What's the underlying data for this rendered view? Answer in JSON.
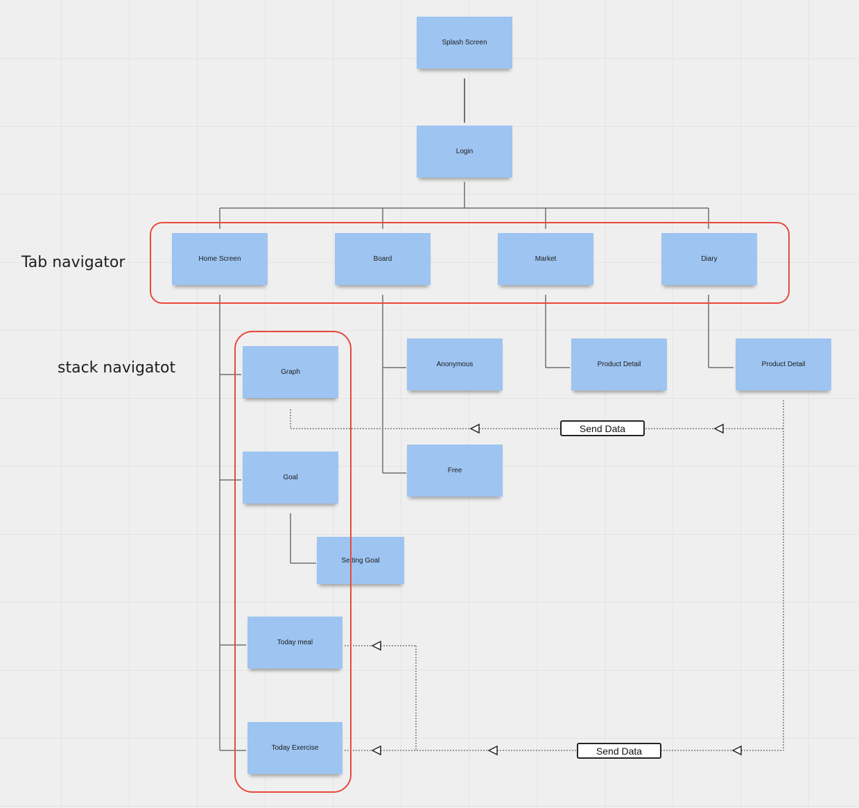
{
  "labels": {
    "tab_navigator": "Tab navigator",
    "stack_navigator": "stack navigatot"
  },
  "notes": {
    "splash": "Splash Screen",
    "login": "Login",
    "home": "Home Screen",
    "board": "Board",
    "market": "Market",
    "diary": "Diary",
    "graph": "Graph",
    "goal": "Goal",
    "setting_goal": "Setting Goal",
    "today_meal": "Today meal",
    "today_exercise": "Today Exercise",
    "anonymous": "Anonymous",
    "free": "Free",
    "product_detail_market": "Product Detail",
    "product_detail_diary": "Product Detail"
  },
  "data_flows": {
    "upper": "Send Data",
    "lower": "Send Data"
  },
  "colors": {
    "sticky": "#9ec4f1",
    "frame": "#e8473b",
    "connector": "#6e6e6e",
    "dotted": "#777777"
  }
}
